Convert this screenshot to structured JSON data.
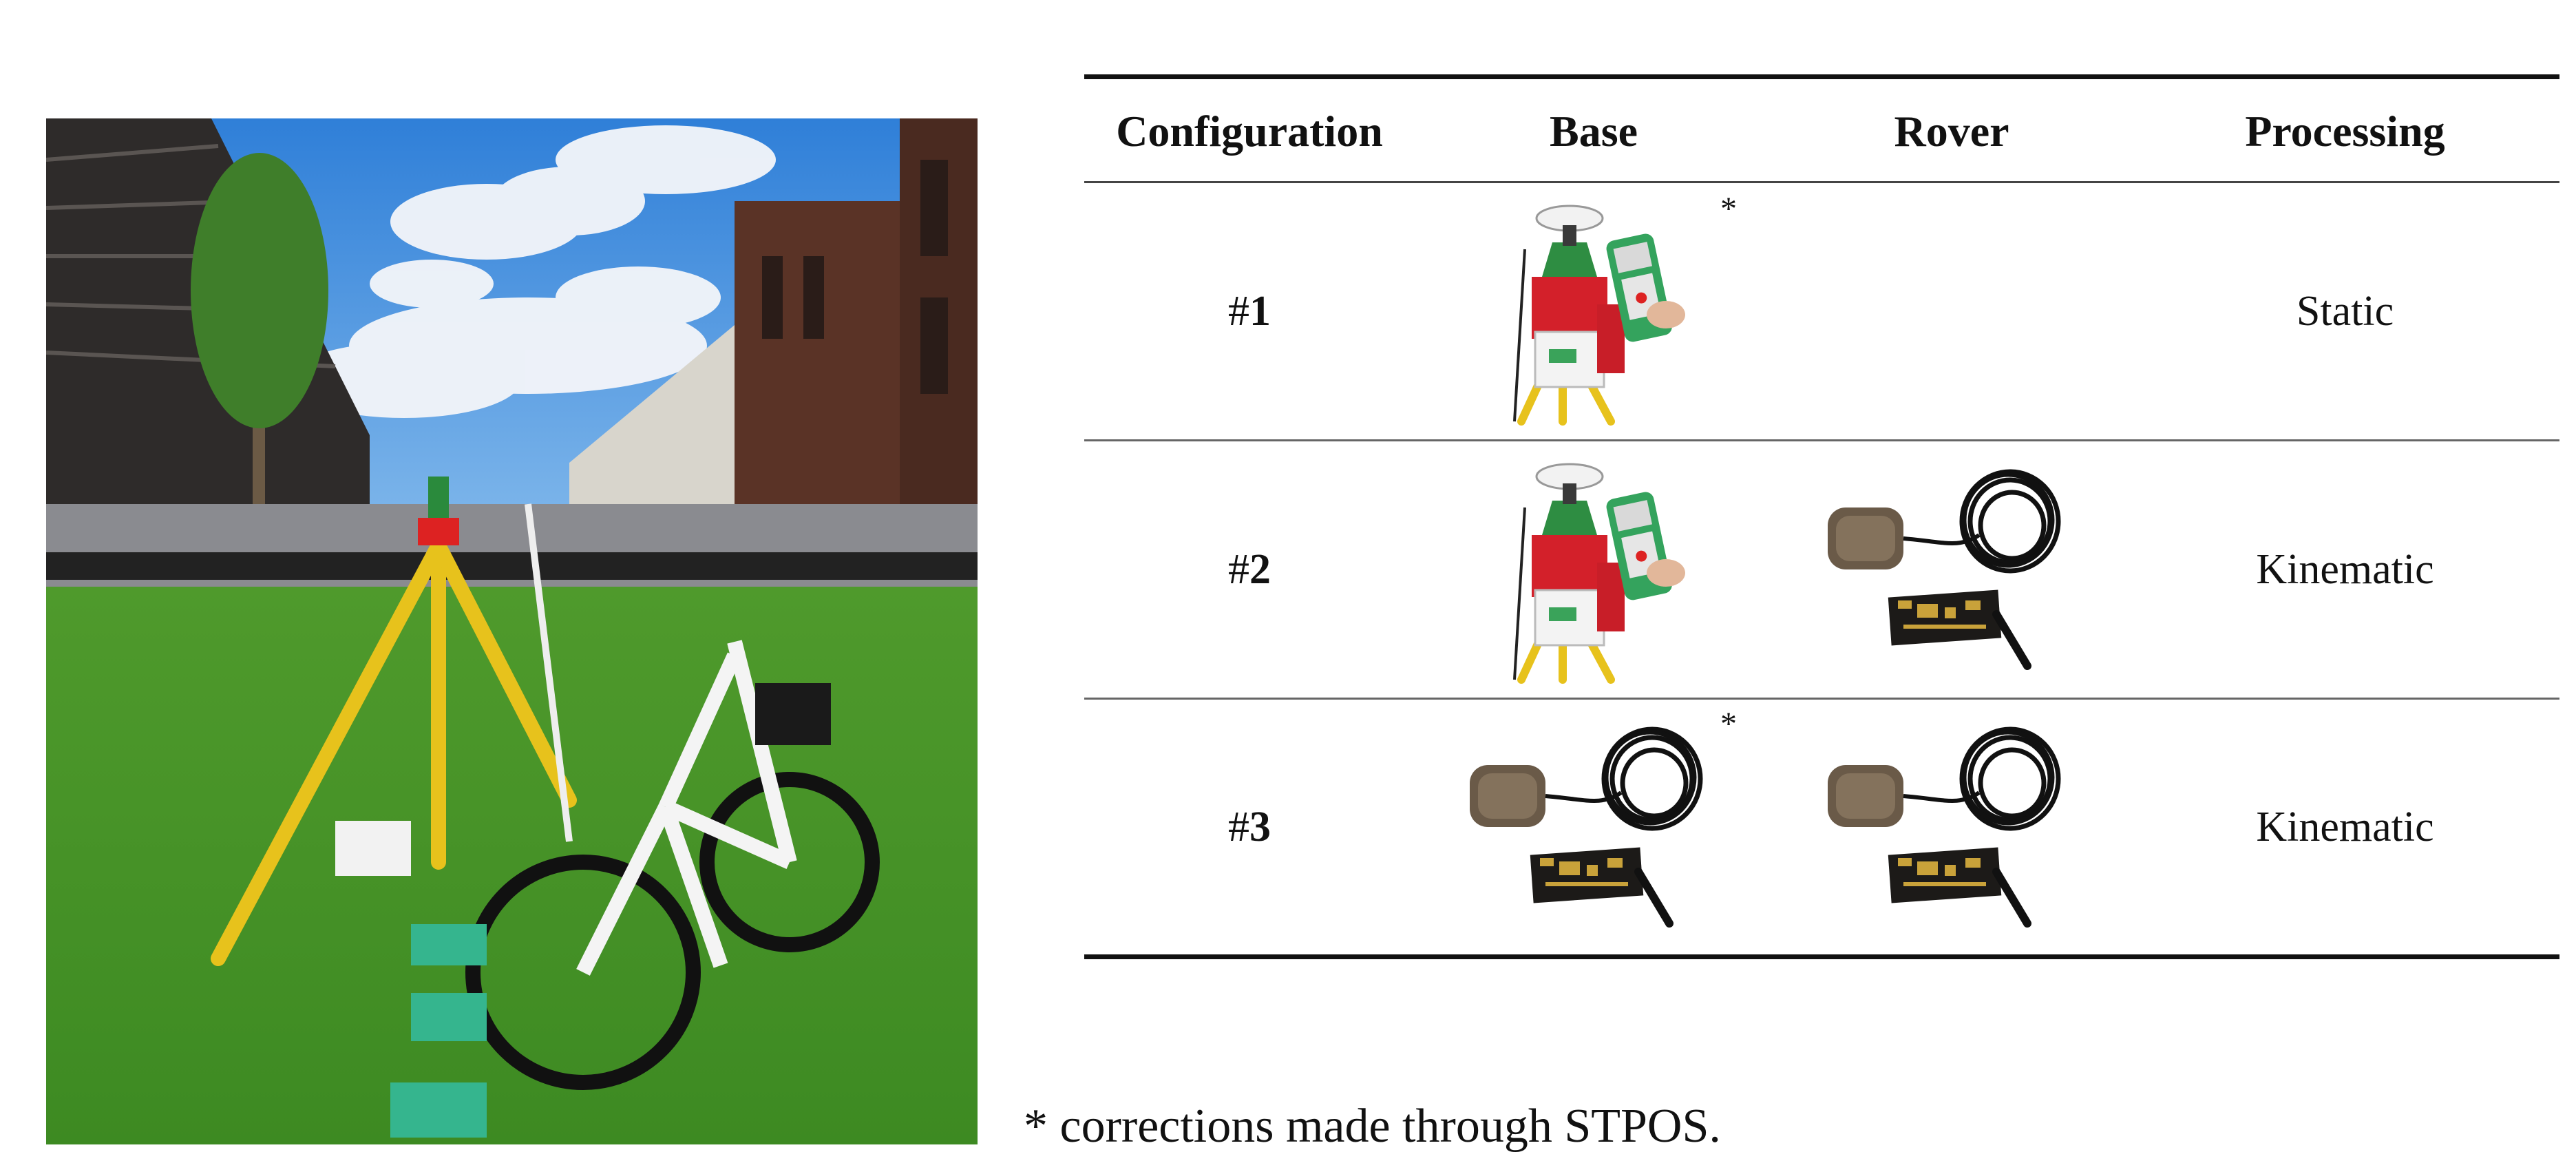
{
  "figure": {
    "photo": {
      "icon": "field-setup-photo"
    },
    "table": {
      "headers": [
        "Configuration",
        "Base",
        "Rover",
        "Processing"
      ],
      "rows": [
        {
          "hash": "#",
          "num": "1",
          "base": "leica-base-station-icon",
          "base_mark": "*",
          "rover": "",
          "processing": "Static"
        },
        {
          "hash": "#",
          "num": "2",
          "base": "leica-base-station-icon",
          "base_mark": "",
          "rover": "gnss-antenna-board-icon",
          "processing": "Kinematic"
        },
        {
          "hash": "#",
          "num": "3",
          "base": "gnss-antenna-board-icon",
          "base_mark": "*",
          "rover": "gnss-antenna-board-icon",
          "processing": "Kinematic"
        }
      ]
    },
    "footnote": "* corrections made through STPOS."
  }
}
